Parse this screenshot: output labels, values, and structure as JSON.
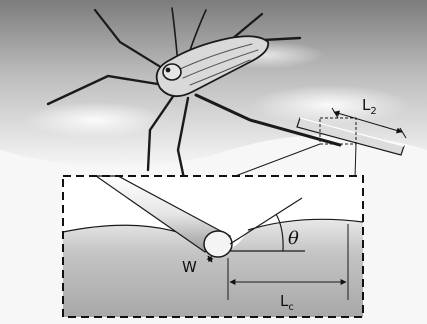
{
  "labels": {
    "L": "L",
    "L_sub": "2",
    "W": "W",
    "theta": "θ",
    "Lc": "L",
    "Lc_sub": "c"
  },
  "colors": {
    "water_dark": "#8a8a8a",
    "water_light": "#f2f2f2",
    "inset_fill": "#b9b9b9",
    "insect_body": "#d8d8d8",
    "outline": "#1a1a1a"
  }
}
